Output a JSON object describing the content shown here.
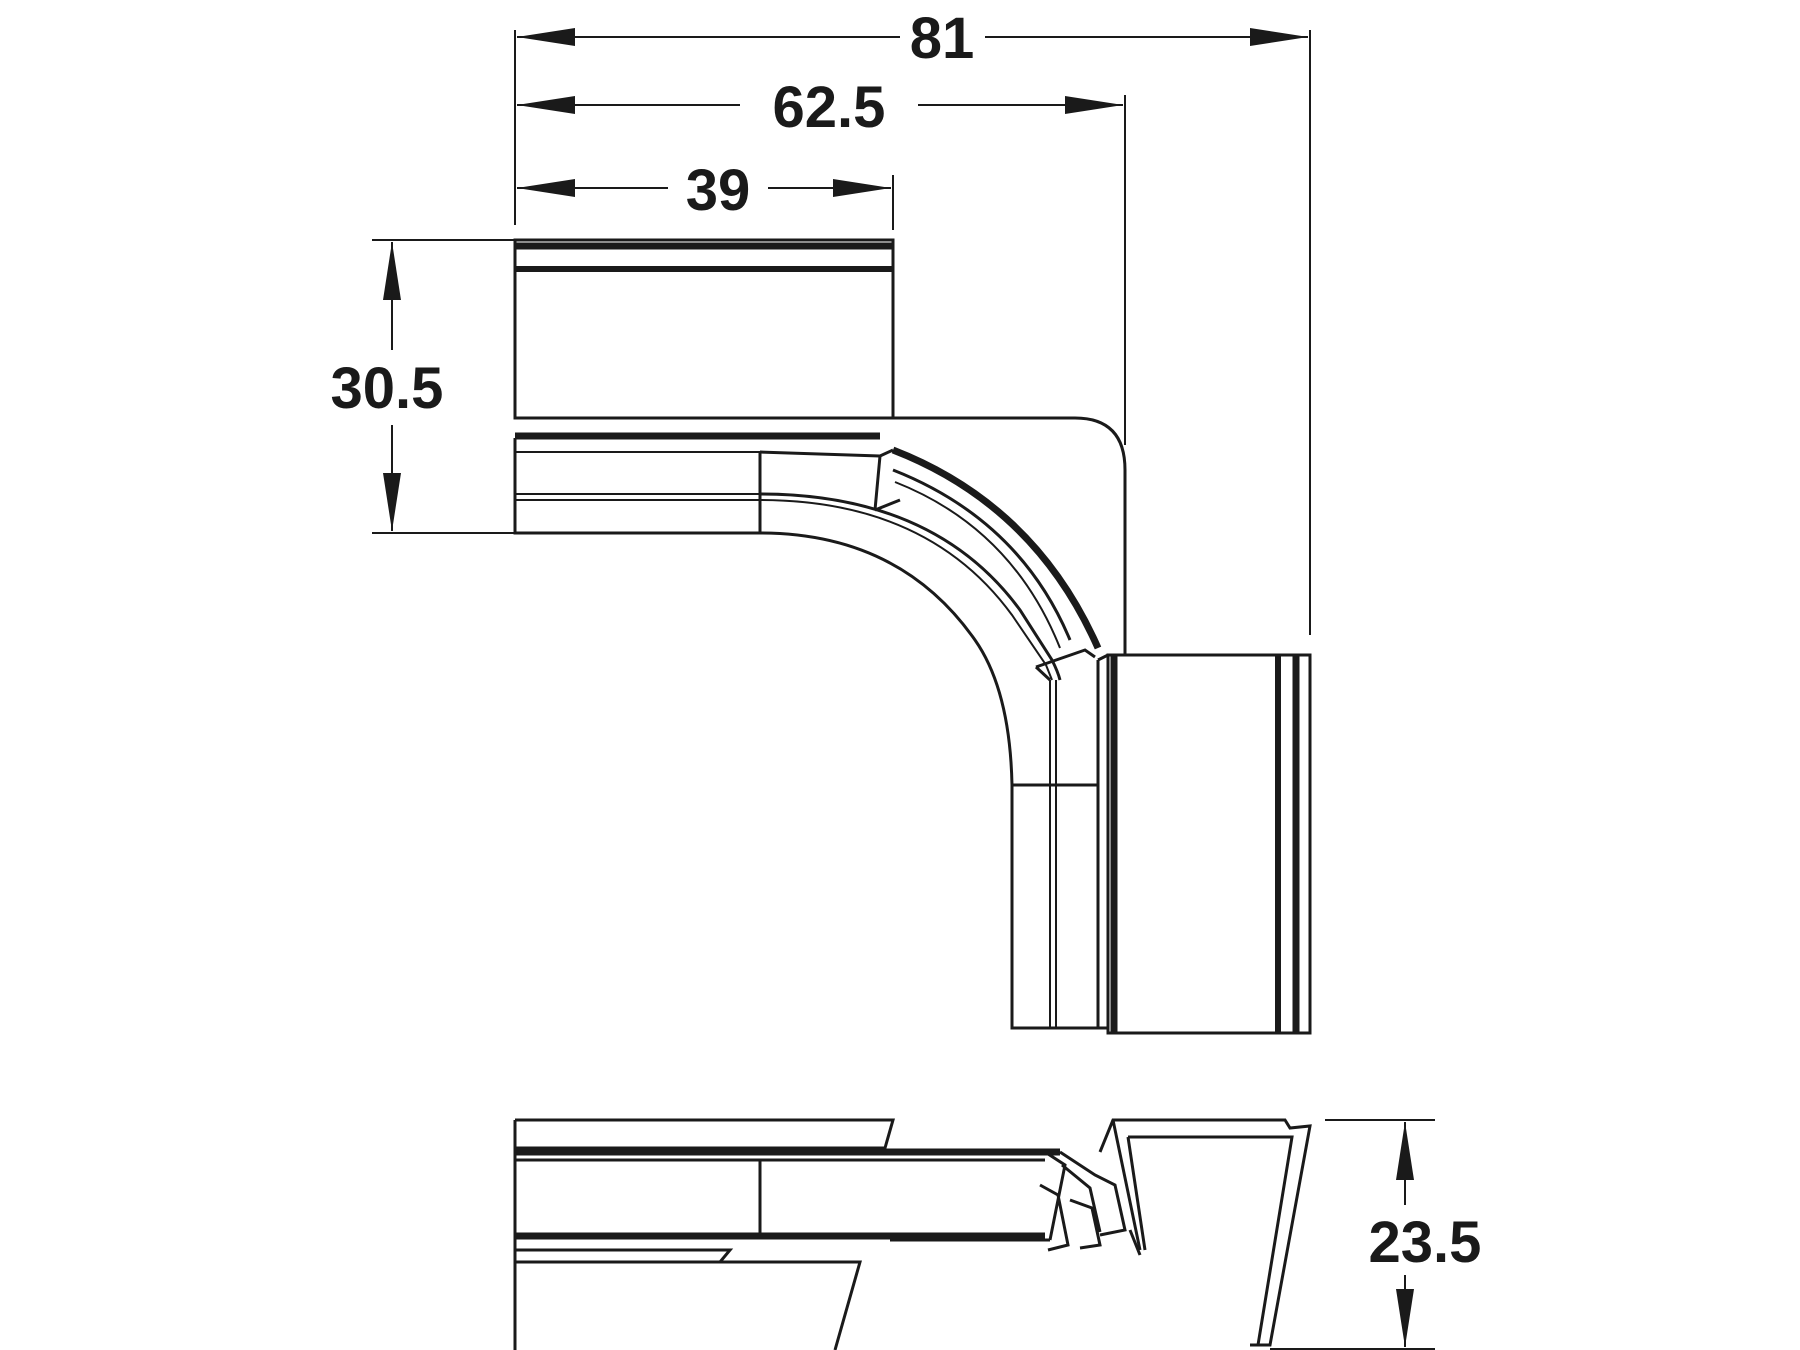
{
  "dimensions": {
    "total_width": "81",
    "mid_width": "62.5",
    "short_width": "39",
    "depth": "30.5",
    "height": "23.5"
  },
  "colors": {
    "line": "#1a1a1a",
    "background": "#ffffff"
  }
}
